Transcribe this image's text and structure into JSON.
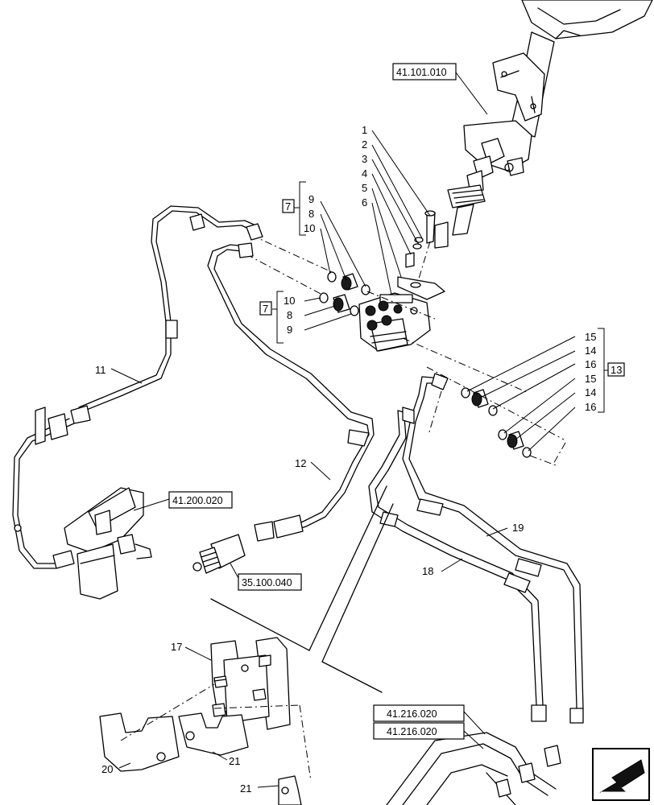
{
  "callouts": {
    "c1": "1",
    "c2": "2",
    "c3": "3",
    "c4": "4",
    "c5": "5",
    "c6": "6",
    "c7_top": "7",
    "c9_top": "9",
    "c8_top": "8",
    "c10_top": "10",
    "c7_bottom": "7",
    "c10_bottom": "10",
    "c8_bottom": "8",
    "c9_bottom": "9",
    "c11": "11",
    "c12": "12",
    "c13": "13",
    "c15_a": "15",
    "c14_a": "14",
    "c16_a": "16",
    "c15_b": "15",
    "c14_b": "14",
    "c16_b": "16",
    "c17": "17",
    "c18": "18",
    "c19": "19",
    "c20": "20",
    "c21_a": "21",
    "c21_b": "21"
  },
  "references": {
    "steering_column": "41.101.010",
    "hydraulic_filter": "41.200.020",
    "sensor": "35.100.040",
    "cylinder_pipes_a": "41.216.020",
    "cylinder_pipes_b": "41.216.020"
  },
  "navigation": {
    "arrow_icon": "return-arrow-icon"
  }
}
